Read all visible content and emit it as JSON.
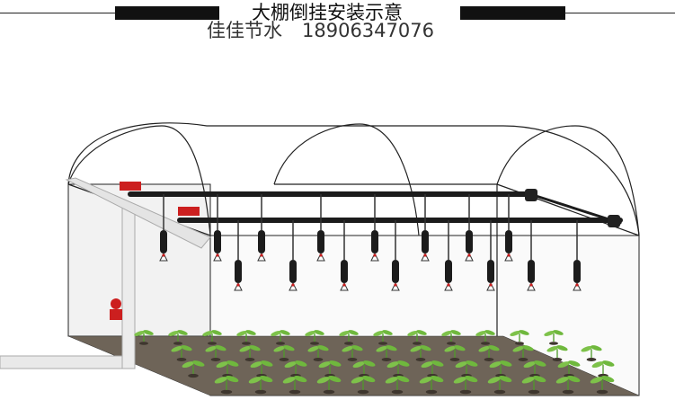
{
  "header": {
    "title": "大棚倒挂安装示意",
    "brand": "佳佳节水",
    "phone": "18906347076"
  },
  "colors": {
    "frame": "#222222",
    "back_wall": "#eeeeee",
    "soil": "#6e6458",
    "pipe": "#1c1c1c",
    "valve": "#cc1f1f",
    "main_pipe": "#e8e8e8",
    "leaf": "#7ec24a",
    "leaf_dark": "#4f9a2a"
  },
  "icons": [
    "valve-icon",
    "sprinkler-icon",
    "seedling-icon"
  ]
}
